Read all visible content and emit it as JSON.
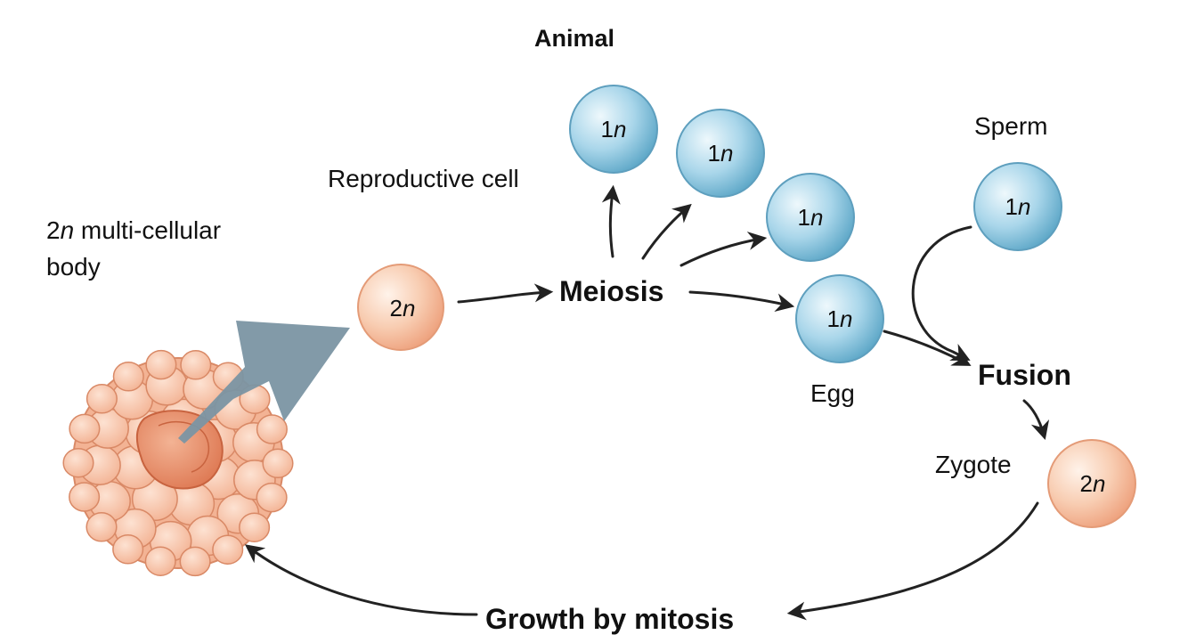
{
  "title": "Animal",
  "labels": {
    "reproductive_cell": "Reproductive cell",
    "body_prefix": "2",
    "body_n": "n",
    "body_line1_rest": " multi-cellular",
    "body_line2": "body",
    "meiosis": "Meiosis",
    "sperm": "Sperm",
    "egg": "Egg",
    "fusion": "Fusion",
    "zygote": "Zygote",
    "growth": "Growth by mitosis"
  },
  "cells": {
    "reproductive": {
      "num": "2",
      "sym": "n"
    },
    "gamete_1": {
      "num": "1",
      "sym": "n"
    },
    "gamete_2": {
      "num": "1",
      "sym": "n"
    },
    "gamete_3": {
      "num": "1",
      "sym": "n"
    },
    "egg": {
      "num": "1",
      "sym": "n"
    },
    "sperm": {
      "num": "1",
      "sym": "n"
    },
    "zygote": {
      "num": "2",
      "sym": "n"
    }
  },
  "colors": {
    "diploid_cell": "#f6c3a4",
    "haploid_cell": "#9fd0e6",
    "body_cluster": "#f4b89a",
    "body_center": "#e98a63",
    "big_arrow": "#7b95a3",
    "arrow": "#222222"
  }
}
